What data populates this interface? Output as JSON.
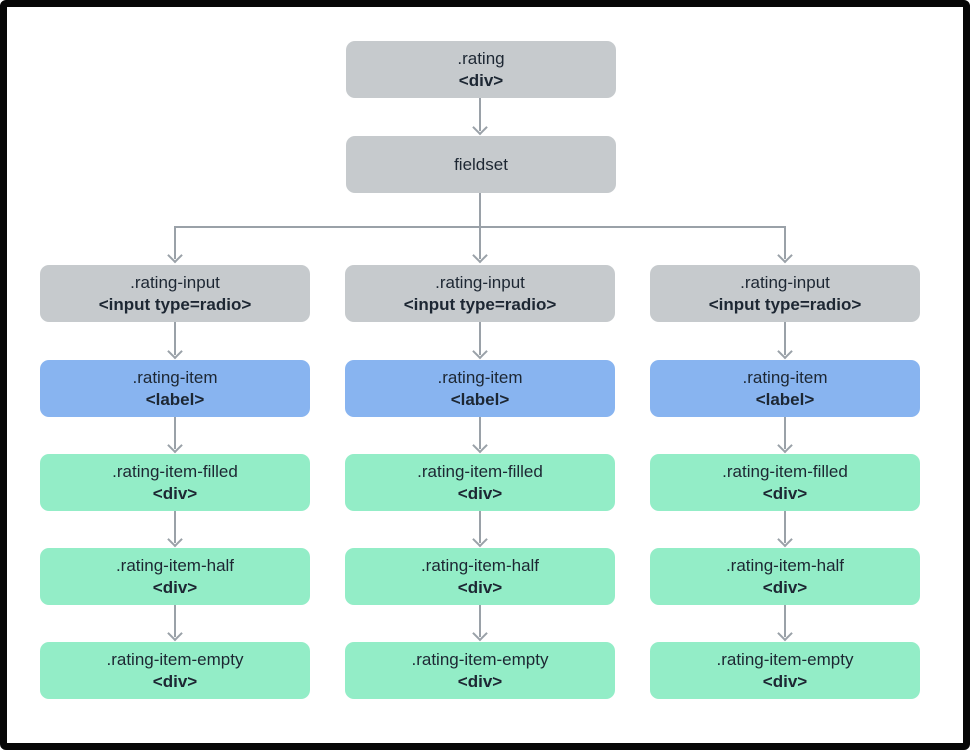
{
  "palette": {
    "node_gray": "#c6cacd",
    "node_blue": "#88b4f0",
    "node_green": "#93edc7",
    "arrow": "#9aa1a8",
    "text": "#1d2733",
    "background": "#ffffff",
    "frame": "#070707"
  },
  "tree": {
    "root": {
      "selector": ".rating",
      "tag": "<div>"
    },
    "fieldset": {
      "selector": "fieldset"
    },
    "columns": [
      {
        "nodes": [
          {
            "selector": ".rating-input",
            "tag": "<input type=radio>"
          },
          {
            "selector": ".rating-item",
            "tag": "<label>"
          },
          {
            "selector": ".rating-item-filled",
            "tag": "<div>"
          },
          {
            "selector": ".rating-item-half",
            "tag": "<div>"
          },
          {
            "selector": ".rating-item-empty",
            "tag": "<div>"
          }
        ]
      },
      {
        "nodes": [
          {
            "selector": ".rating-input",
            "tag": "<input type=radio>"
          },
          {
            "selector": ".rating-item",
            "tag": "<label>"
          },
          {
            "selector": ".rating-item-filled",
            "tag": "<div>"
          },
          {
            "selector": ".rating-item-half",
            "tag": "<div>"
          },
          {
            "selector": ".rating-item-empty",
            "tag": "<div>"
          }
        ]
      },
      {
        "nodes": [
          {
            "selector": ".rating-input",
            "tag": "<input type=radio>"
          },
          {
            "selector": ".rating-item",
            "tag": "<label>"
          },
          {
            "selector": ".rating-item-filled",
            "tag": "<div>"
          },
          {
            "selector": ".rating-item-half",
            "tag": "<div>"
          },
          {
            "selector": ".rating-item-empty",
            "tag": "<div>"
          }
        ]
      }
    ]
  }
}
